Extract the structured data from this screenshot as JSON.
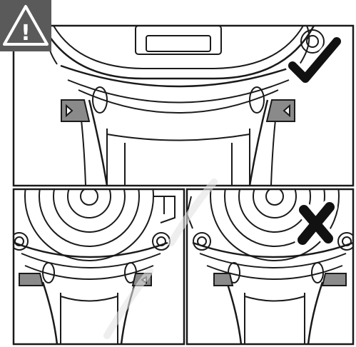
{
  "warning": {
    "icon": "warning-triangle-icon",
    "symbol": "!",
    "bg_color": "#5a5a5a",
    "fg_color": "#ffffff"
  },
  "panels": [
    {
      "id": "top",
      "verdict": "correct",
      "mark_icon": "check-mark-icon"
    },
    {
      "id": "bottom-left",
      "verdict": "unmarked"
    },
    {
      "id": "bottom-right",
      "verdict": "incorrect",
      "mark_icon": "cross-mark-icon"
    }
  ],
  "colors": {
    "line": "#1a1a1a",
    "clip_fill": "#8a8a8a",
    "mark": "#111111",
    "watermark": "#d9d9d9"
  }
}
